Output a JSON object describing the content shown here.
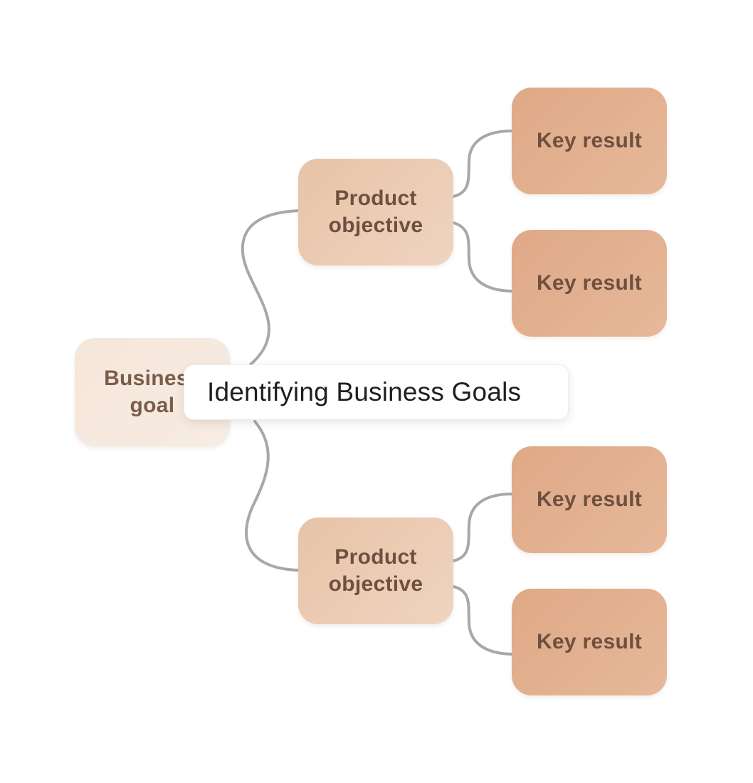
{
  "diagram": {
    "connector_color": "#a8a8a8",
    "nodes": {
      "business_goal": {
        "label": "Business\ngoal",
        "color": "#f5e6da"
      },
      "objective_top": {
        "label": "Product\nobjective",
        "color": "#ebcbb3"
      },
      "objective_bottom": {
        "label": "Product\nobjective",
        "color": "#ebcbb3"
      },
      "key_result_1": {
        "label": "Key result",
        "color": "#e1ae8d"
      },
      "key_result_2": {
        "label": "Key result",
        "color": "#e1ae8d"
      },
      "key_result_3": {
        "label": "Key result",
        "color": "#e1ae8d"
      },
      "key_result_4": {
        "label": "Key result",
        "color": "#e1ae8d"
      }
    }
  },
  "tooltip": {
    "text": "Identifying Business Goals"
  }
}
